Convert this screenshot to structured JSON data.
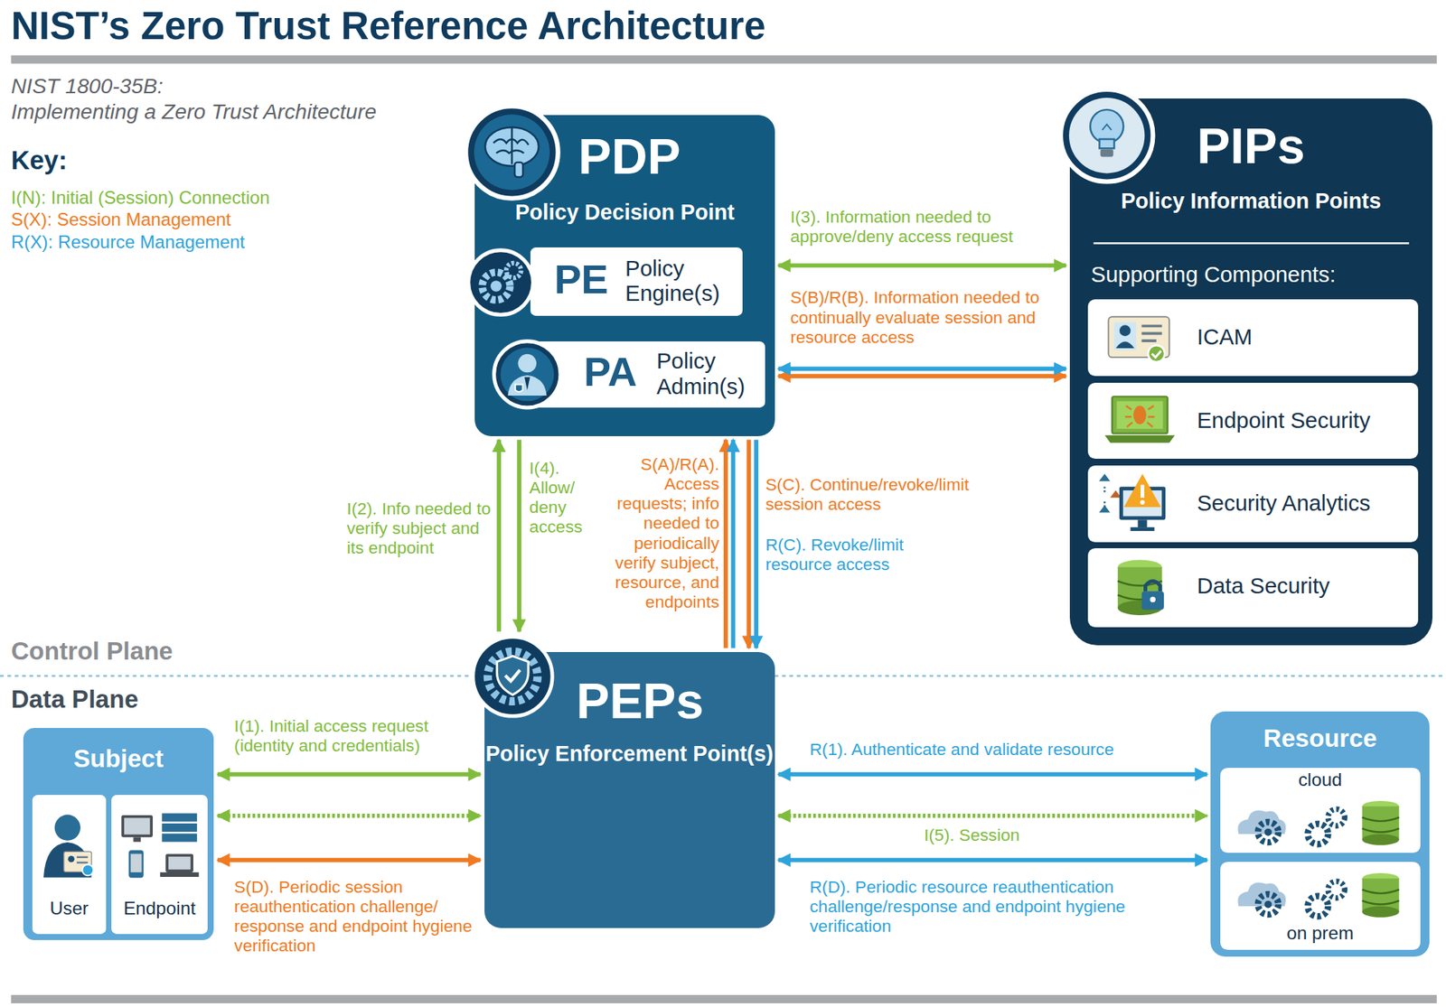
{
  "diagram": {
    "title": "NIST’s Zero Trust Reference Architecture",
    "nodes": [
      {
        "text": [
          "PDP",
          "Policy Decision Point"
        ]
      },
      {
        "text": [
          "PE",
          "Policy Engine(s)"
        ],
        "in": 0
      },
      {
        "text": [
          "PA",
          "Policy Admin(s)"
        ],
        "in": 0
      },
      {
        "text": [
          "PIPs",
          "Policy Information Points",
          "Supporting Components:"
        ]
      },
      {
        "text": [
          "ICAM"
        ],
        "in": 3
      },
      {
        "text": [
          "Endpoint Security"
        ],
        "in": 3
      },
      {
        "text": [
          "Security Analytics"
        ],
        "in": 3
      },
      {
        "text": [
          "Data Security"
        ],
        "in": 3
      },
      {
        "text": [
          "PEPs",
          "Policy Enforcement Point(s)"
        ]
      },
      {
        "text": [
          "Subject"
        ]
      },
      {
        "text": [
          "User"
        ],
        "in": 9
      },
      {
        "text": [
          "Endpoint"
        ],
        "in": 9
      },
      {
        "text": [
          "Resource"
        ]
      },
      {
        "text": [
          "cloud"
        ],
        "in": 12
      },
      {
        "text": [
          "on prem"
        ],
        "in": 12
      }
    ],
    "edges": [
      {
        "from": 0,
        "to": 3,
        "arrow": "both",
        "label": "I(3). Information needed to approve/deny access request"
      },
      {
        "from": 0,
        "to": 3,
        "arrow": "both",
        "label": "S(B)/R(B). Information needed to continually evaluate session and resource access"
      },
      {
        "from": 0,
        "to": 3,
        "arrow": "both"
      },
      {
        "from": 8,
        "to": 0,
        "arrow": "to",
        "label": "I(2). Info needed to verify subject and its endpoint"
      },
      {
        "from": 0,
        "to": 8,
        "arrow": "to",
        "label": "I(4). Allow/ deny access"
      },
      {
        "from": 8,
        "to": 0,
        "arrow": "to",
        "label": "S(A)/R(A). Access requests; info needed to periodically verify subject, resource, and endpoints"
      },
      {
        "from": 8,
        "to": 0,
        "arrow": "to"
      },
      {
        "from": 0,
        "to": 8,
        "arrow": "to",
        "label": "S(C). Continue/revoke/limit session access"
      },
      {
        "from": 0,
        "to": 8,
        "arrow": "to",
        "label": "R(C). Revoke/limit resource access"
      },
      {
        "from": 9,
        "to": 8,
        "arrow": "both",
        "label": "I(1). Initial access request (identity and credentials)"
      },
      {
        "from": 9,
        "to": 8,
        "arrow": "both"
      },
      {
        "from": 9,
        "to": 8,
        "arrow": "both",
        "label": "S(D). Periodic session reauthentication challenge/ response and endpoint hygiene verification"
      },
      {
        "from": 8,
        "to": 12,
        "arrow": "both",
        "label": "R(1). Authenticate and validate resource"
      },
      {
        "from": 8,
        "to": 12,
        "arrow": "both",
        "label": "I(5). Session"
      },
      {
        "from": 8,
        "to": 12,
        "arrow": "both",
        "label": "R(D). Periodic resource reauthentication challenge/response and endpoint hygiene verification"
      }
    ],
    "labels": [
      "NIST 1800-35B:",
      "Implementing a Zero Trust Architecture",
      "Key:",
      "Control Plane",
      "Data Plane"
    ],
    "legend": [
      {
        "text": "I(N): Initial (Session) Connection",
        "color": "#80bc3c"
      },
      {
        "text": "S(X): Session Management",
        "color": "#f07a22"
      },
      {
        "text": "R(X): Resource Management",
        "color": "#2ea3dc"
      }
    ]
  }
}
